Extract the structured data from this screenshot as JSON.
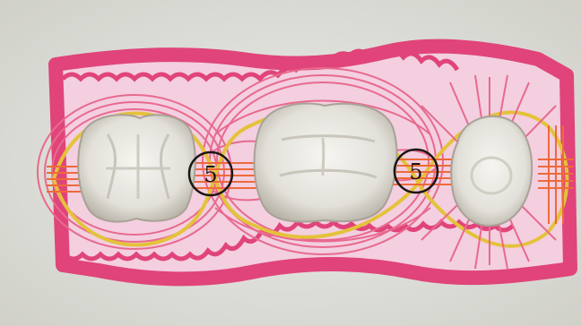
{
  "labels": [
    {
      "id": "contact-left",
      "text": "5"
    },
    {
      "id": "contact-right",
      "text": "5"
    }
  ],
  "colors": {
    "band": "#e0447a",
    "band_inner": "#f3cfe0",
    "gold": "#e4c23a",
    "pink_line": "#e86a8e",
    "orange_line": "#ee6a3a",
    "tooth": "#e9e8e3",
    "circle": "#1a1614"
  }
}
